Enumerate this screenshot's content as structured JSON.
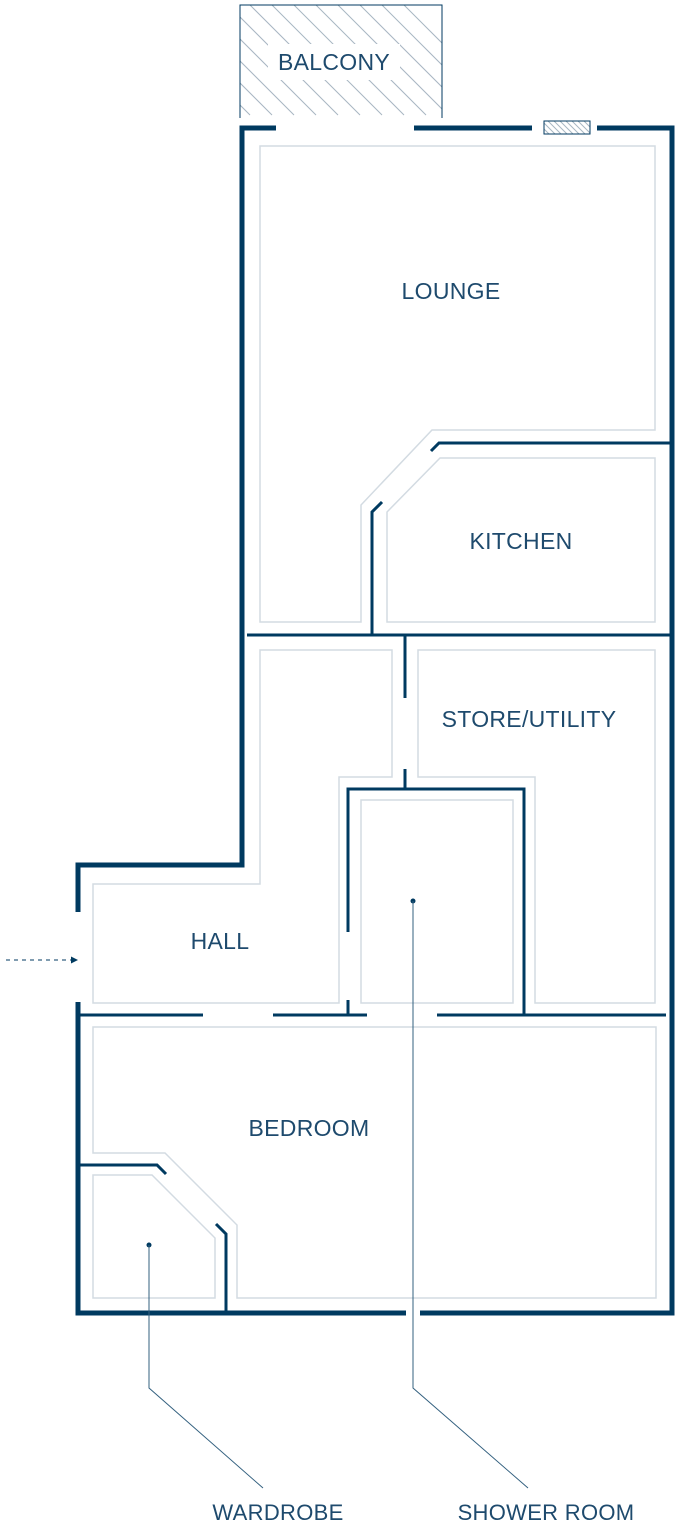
{
  "rooms": {
    "balcony": "BALCONY",
    "lounge": "LOUNGE",
    "kitchen": "KITCHEN",
    "store_utility": "STORE/UTILITY",
    "hall": "HALL",
    "bedroom": "BEDROOM"
  },
  "callouts": {
    "wardrobe": "WARDROBE",
    "shower_room": "SHOWER ROOM"
  },
  "colors": {
    "wall": "#003a60",
    "label": "#1e4a6d",
    "inner_outline": "#d3dbe2"
  }
}
